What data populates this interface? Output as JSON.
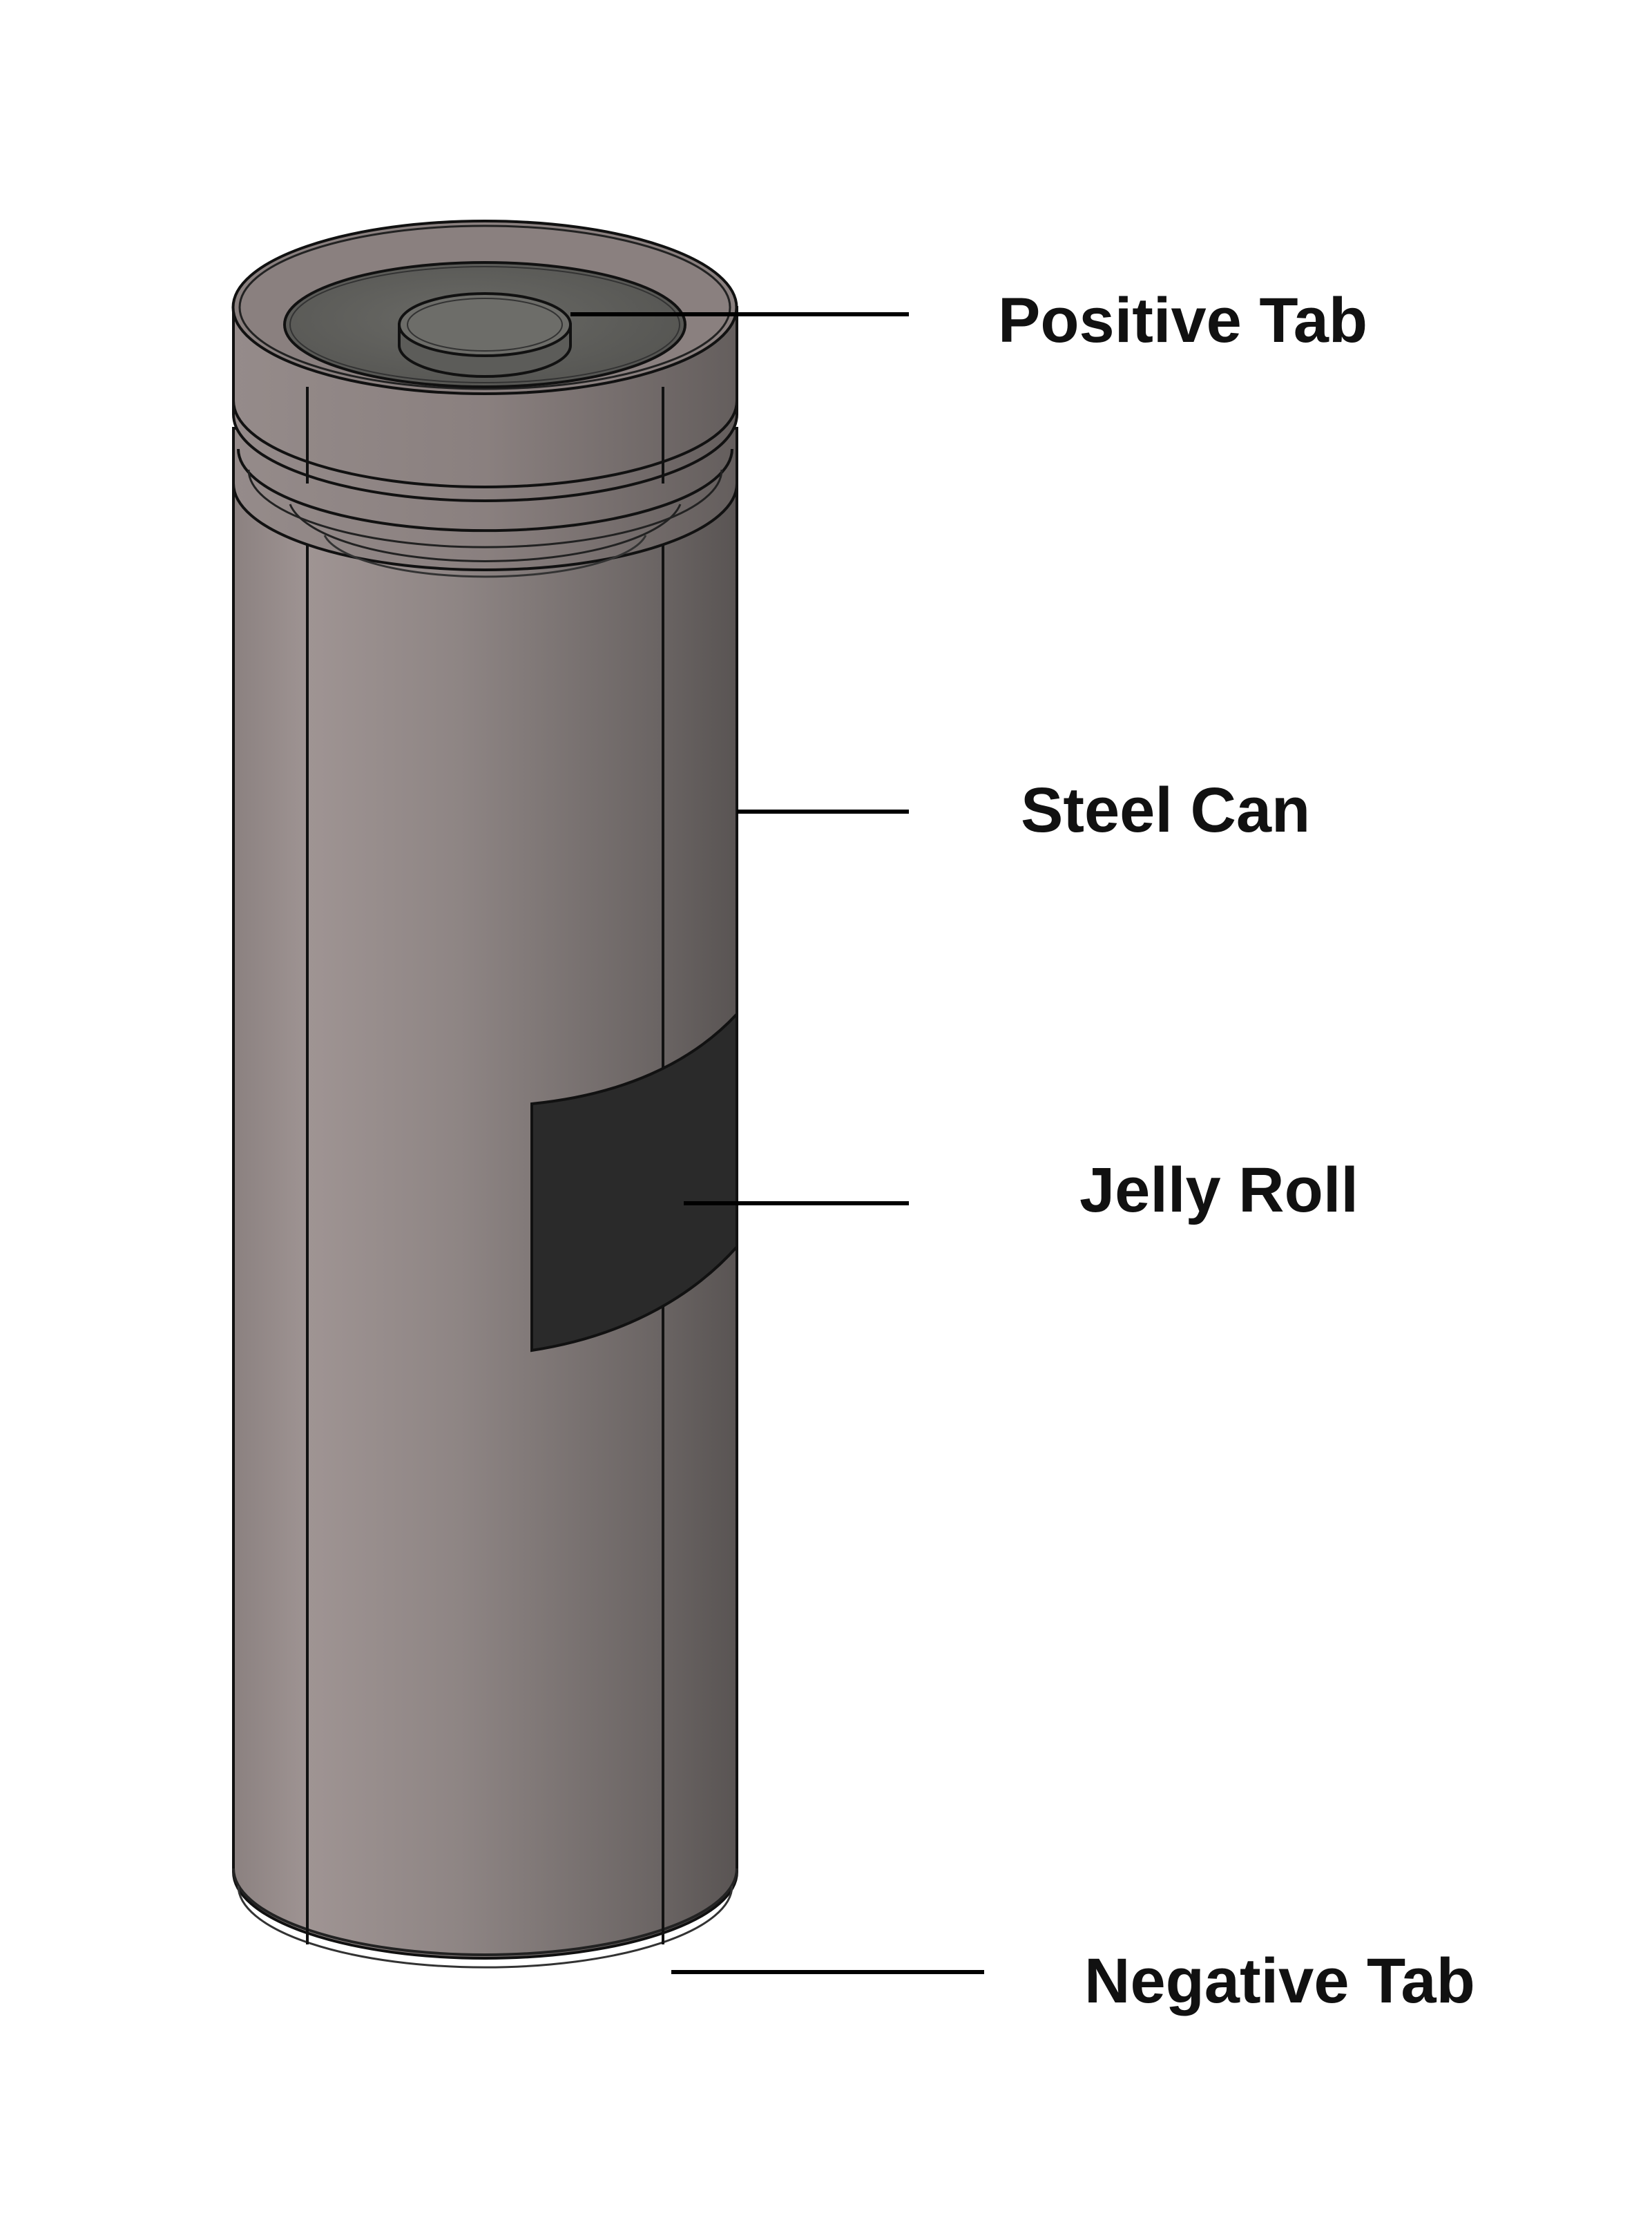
{
  "diagram": {
    "labels": {
      "positive_tab": "Positive Tab",
      "steel_can": "Steel Can",
      "jelly_roll": "Jelly Roll",
      "negative_tab": "Negative Tab"
    },
    "colors": {
      "background": "#ffffff",
      "can_body_light": "#9c918f",
      "can_body_dark": "#5f5a59",
      "top_cap": "#8f8584",
      "positive_terminal_disk": "#5f5f5c",
      "jelly_roll": "#2a2a2a",
      "outline": "#111111",
      "leader_line": "#000000"
    }
  }
}
